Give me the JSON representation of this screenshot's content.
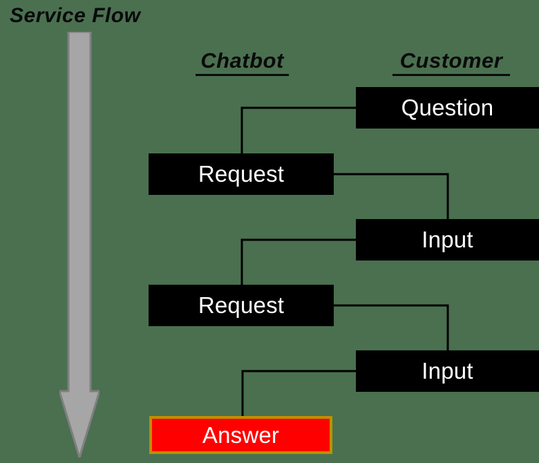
{
  "diagram": {
    "title": "Service Flow",
    "background_color": "#4a7050",
    "columns": [
      {
        "id": "chatbot",
        "label": "Chatbot"
      },
      {
        "id": "customer",
        "label": "Customer"
      }
    ],
    "colors": {
      "node_fill": "#000000",
      "node_text": "#ffffff",
      "answer_fill": "#ff0000",
      "answer_border": "#bf8f00",
      "arrow_fill": "#a6a6a6",
      "arrow_border": "#808080",
      "connector": "#000000"
    },
    "flow_arrow": {
      "name": "service-flow-arrow",
      "direction": "down"
    },
    "nodes": [
      {
        "id": "question",
        "label": "Question",
        "column": "customer",
        "style": "dark"
      },
      {
        "id": "request1",
        "label": "Request",
        "column": "chatbot",
        "style": "dark"
      },
      {
        "id": "input1",
        "label": "Input",
        "column": "customer",
        "style": "dark"
      },
      {
        "id": "request2",
        "label": "Request",
        "column": "chatbot",
        "style": "dark"
      },
      {
        "id": "input2",
        "label": "Input",
        "column": "customer",
        "style": "dark"
      },
      {
        "id": "answer",
        "label": "Answer",
        "column": "chatbot",
        "style": "accent"
      }
    ],
    "connections": [
      {
        "from": "question",
        "to": "request1",
        "route": "left-then-down"
      },
      {
        "from": "request1",
        "to": "input1",
        "route": "right-then-down"
      },
      {
        "from": "input1",
        "to": "request2",
        "route": "left-then-down"
      },
      {
        "from": "request2",
        "to": "input2",
        "route": "right-then-down"
      },
      {
        "from": "input2",
        "to": "answer",
        "route": "left-then-down"
      }
    ]
  }
}
